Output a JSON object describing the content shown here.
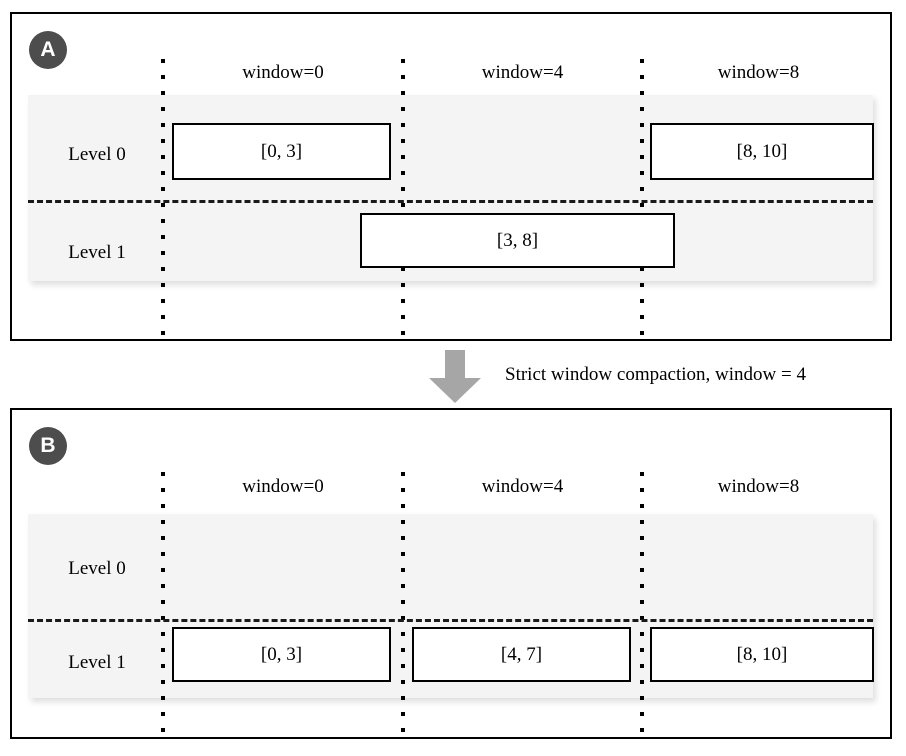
{
  "figure": {
    "panels": [
      {
        "badge": "A",
        "window_headers": [
          "window=0",
          "window=4",
          "window=8"
        ],
        "levels": [
          {
            "label": "Level 0",
            "boxes": [
              {
                "text": "[0, 3]",
                "window": "window=0"
              },
              {
                "text": "[8, 10]",
                "window": "window=8"
              }
            ]
          },
          {
            "label": "Level 1",
            "boxes": [
              {
                "text": "[3, 8]",
                "window": "window=4"
              }
            ]
          }
        ]
      },
      {
        "badge": "B",
        "window_headers": [
          "window=0",
          "window=4",
          "window=8"
        ],
        "levels": [
          {
            "label": "Level 0",
            "boxes": []
          },
          {
            "label": "Level 1",
            "boxes": [
              {
                "text": "[0, 3]",
                "window": "window=0"
              },
              {
                "text": "[4, 7]",
                "window": "window=4"
              },
              {
                "text": "[8, 10]",
                "window": "window=8"
              }
            ]
          }
        ]
      }
    ],
    "transition": {
      "icon": "down-arrow-icon",
      "caption": "Strict window compaction, window = 4"
    },
    "colors": {
      "badge_fill": "#4d4d4d",
      "badge_text": "#ffffff",
      "band_fill": "#f4f4f4",
      "arrow_fill": "#a6a6a6",
      "stroke": "#000000",
      "background": "#ffffff"
    }
  }
}
